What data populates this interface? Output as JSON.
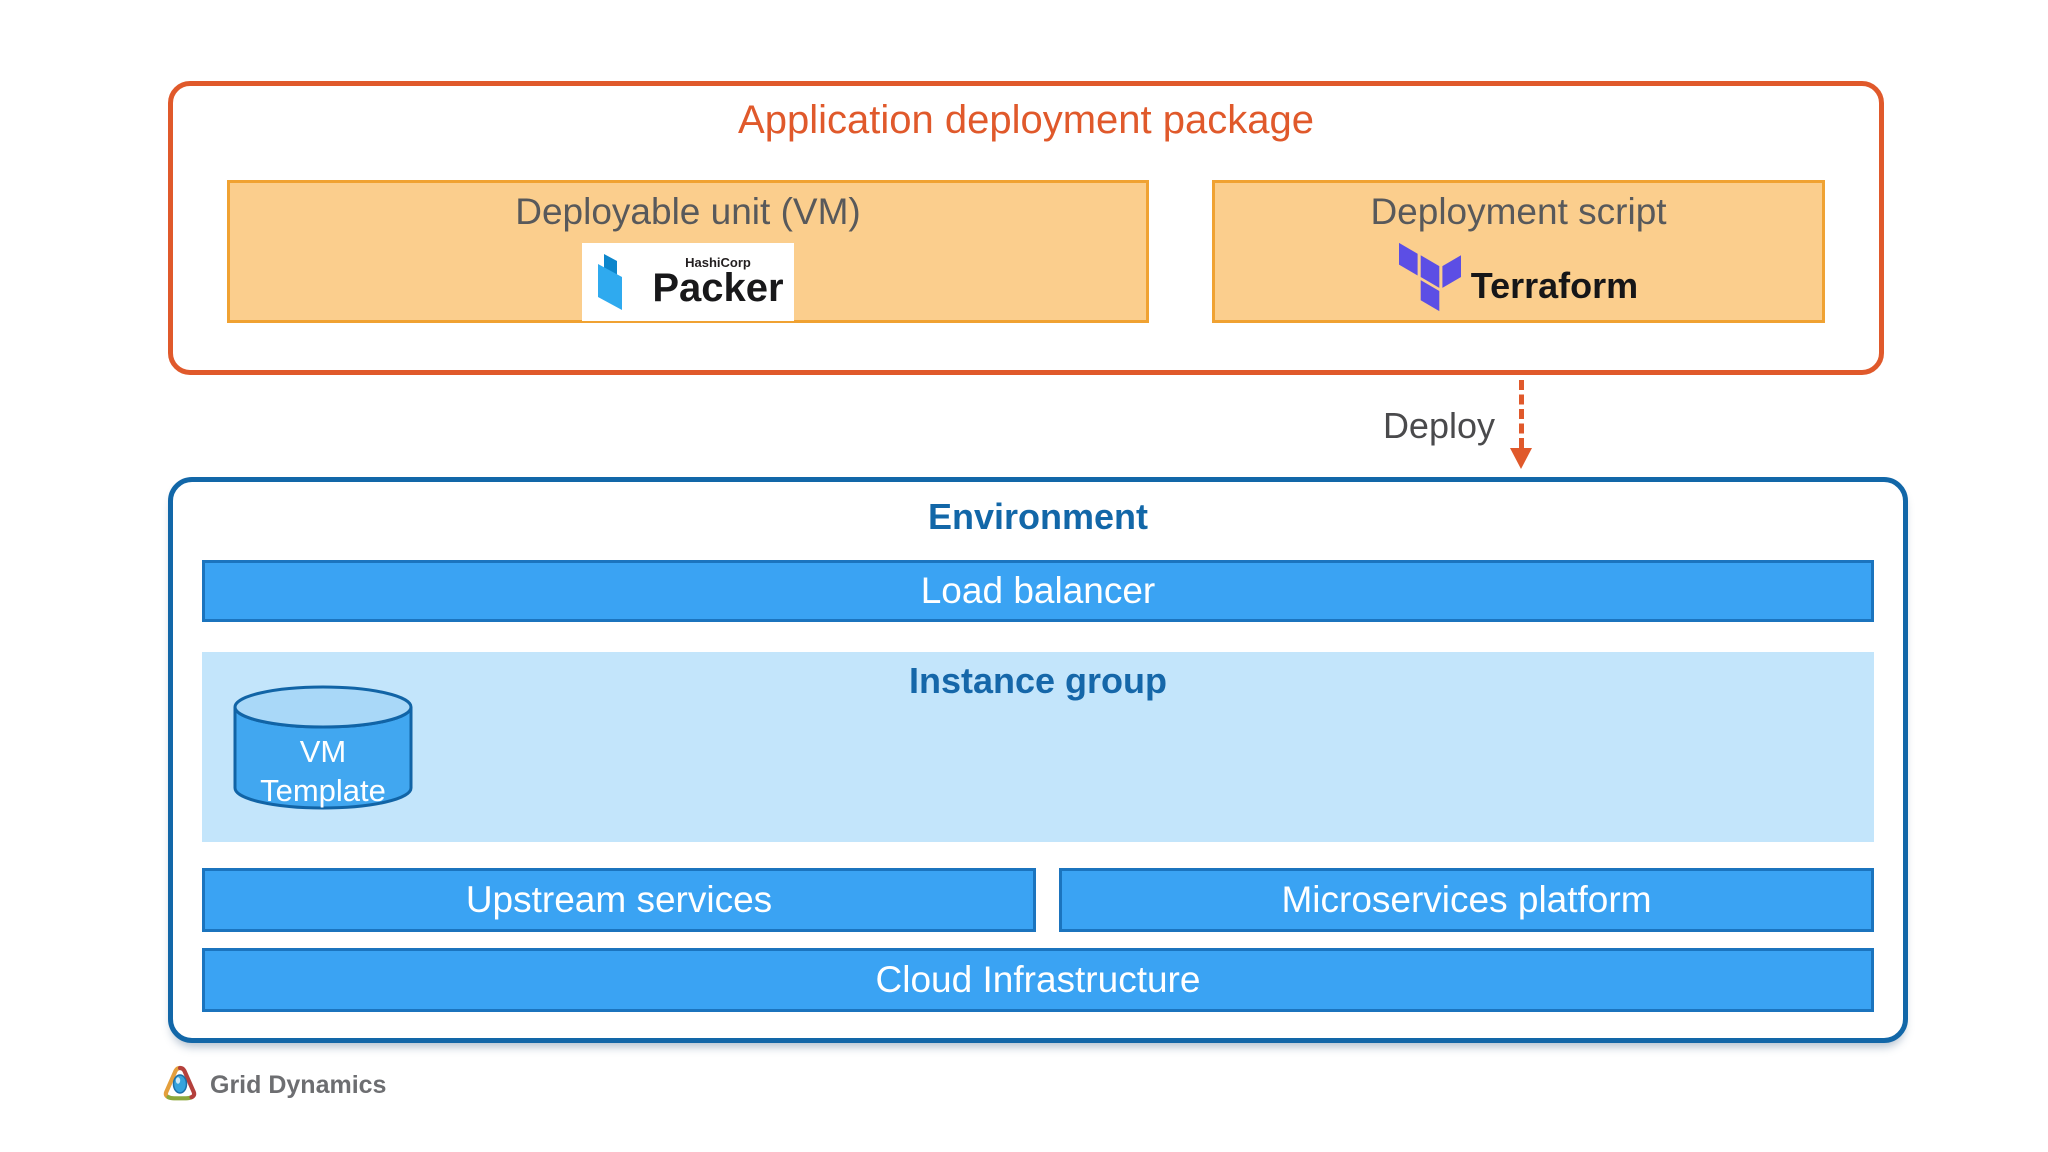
{
  "package": {
    "title": "Application deployment package",
    "deployable_unit": {
      "label": "Deployable unit (VM)",
      "logo_brand": "HashiCorp",
      "logo_product": "Packer"
    },
    "deployment_script": {
      "label": "Deployment script",
      "logo_product": "Terraform"
    }
  },
  "deploy": {
    "label": "Deploy"
  },
  "environment": {
    "title": "Environment",
    "load_balancer": {
      "label": "Load balancer"
    },
    "instance_group": {
      "title": "Instance group",
      "vm_template": {
        "line1": "VM",
        "line2": "Template"
      }
    },
    "upstream_services": {
      "label": "Upstream services"
    },
    "microservices_platform": {
      "label": "Microservices platform"
    },
    "cloud_infrastructure": {
      "label": "Cloud Infrastructure"
    }
  },
  "footer": {
    "brand": "Grid Dynamics"
  },
  "colors": {
    "accent_orange": "#E0592B",
    "orange_fill": "#FBCE8D",
    "orange_border": "#F0A232",
    "env_outline_blue": "#1267A8",
    "bar_blue": "#3AA3F3",
    "bar_border_blue": "#1B74BE",
    "panel_light_blue": "#C3E5FB",
    "blue_text": "#1567A9",
    "gray_text": "#58595B",
    "terraform_purple": "#5C4EE5",
    "packer_blue_light": "#2FAAEF",
    "packer_blue_dark": "#0D86CC"
  }
}
